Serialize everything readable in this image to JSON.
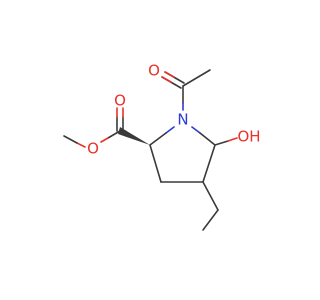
{
  "molecule": {
    "atoms": {
      "carbonyl_o_acetyl": "O",
      "ring_n": "N",
      "ester_o_carbonyl": "O",
      "ester_o_methoxy": "O",
      "hydroxyl": "OH"
    }
  },
  "colors": {
    "bond": "#3a3a3a",
    "oxygen": "#e8322b",
    "nitrogen": "#2b3bd6"
  }
}
